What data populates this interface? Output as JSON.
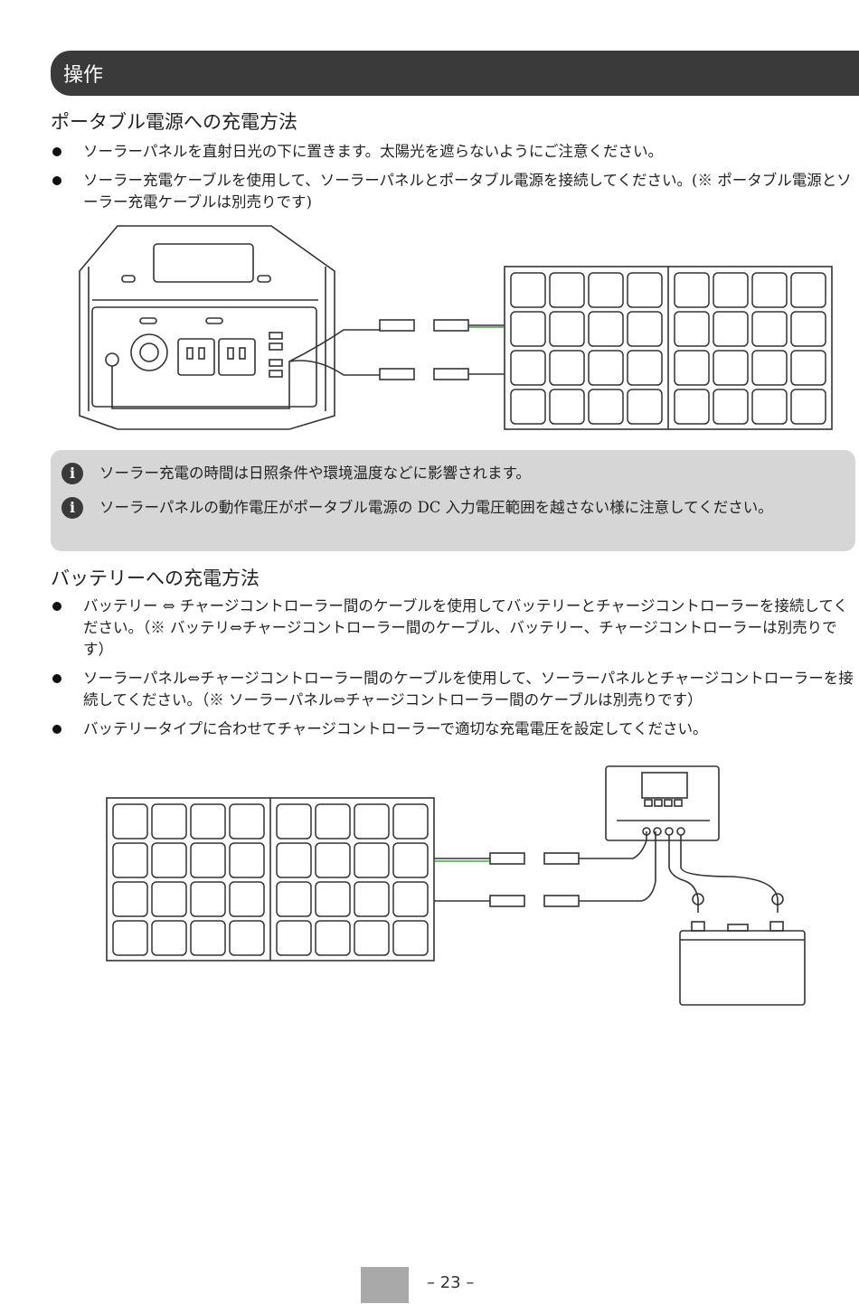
{
  "section_title": "操作",
  "portable": {
    "heading": "ポータブル電源への充電方法",
    "bullets": [
      "ソーラーパネルを直射日光の下に置きます。太陽光を遮らないようにご注意ください。",
      "ソーラー充電ケーブルを使用して、ソーラーパネルとポータブル電源を接続してください。(※ ポータブル電源とソーラー充電ケーブルは別売りです)"
    ]
  },
  "notes": [
    "ソーラー充電の時間は日照条件や環境温度などに影響されます。",
    "ソーラーパネルの動作電圧がポータブル電源の DC 入力電圧範囲を越さない様に注意してください。"
  ],
  "info_icon_glyph": "i",
  "battery": {
    "heading": "バッテリーへの充電方法",
    "bullets": [
      "バッテリー ⇔ チャージコントローラー間のケーブルを使用してバッテリーとチャージコントローラーを接続してください。（※ バッテリ⇔チャージコントローラー間のケーブル、バッテリー、チャージコントローラーは別売りです）",
      "ソーラーパネル⇔チャージコントローラー間のケーブルを使用して、ソーラーパネルとチャージコントローラーを接続してください。（※ ソーラーパネル⇔チャージコントローラー間のケーブルは別売りです）",
      "バッテリータイプに合わせてチャージコントローラーで適切な充電電圧を設定してください。"
    ]
  },
  "page_number": "– 23 –"
}
